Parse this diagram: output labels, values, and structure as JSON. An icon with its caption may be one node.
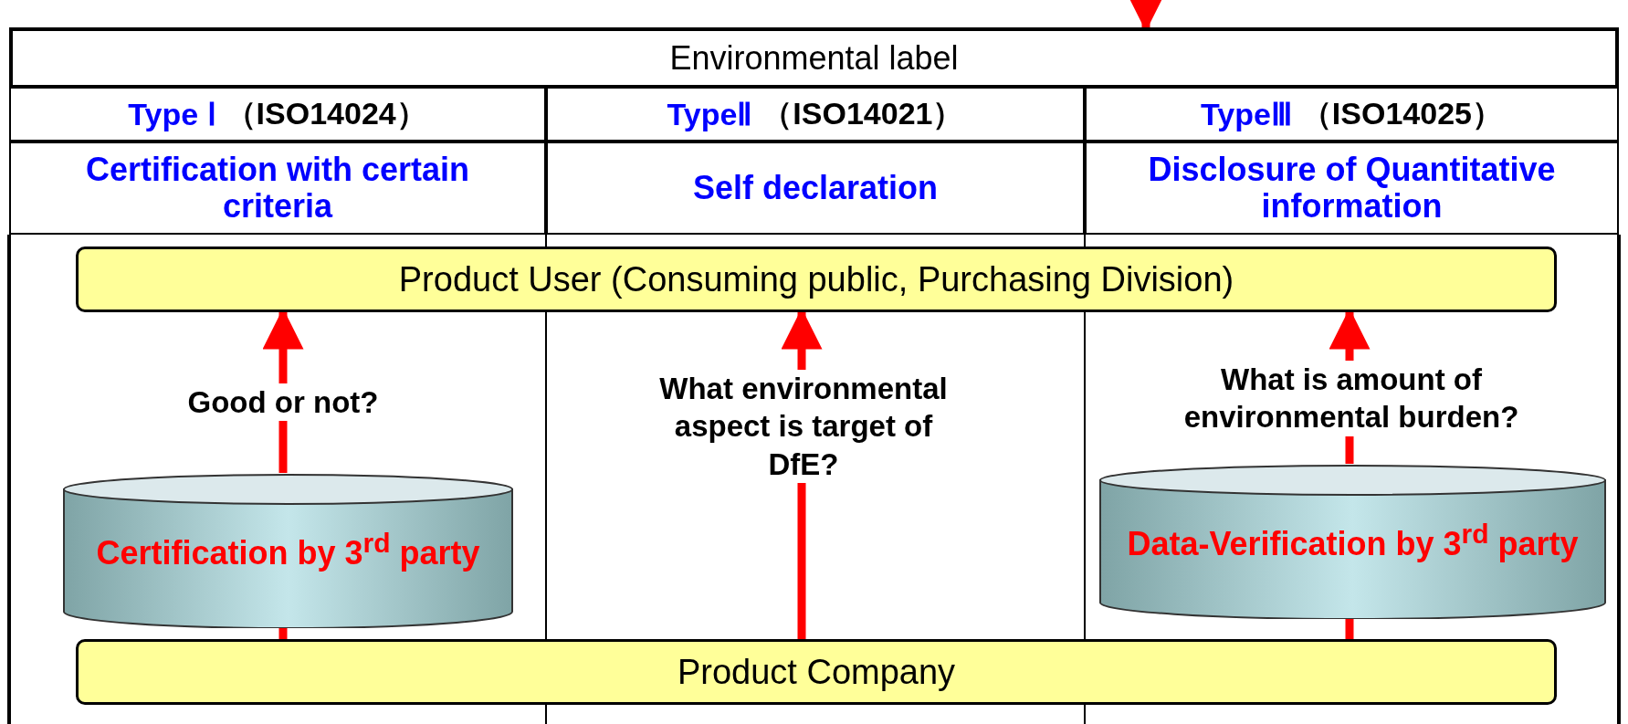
{
  "diagram": {
    "nodes": [
      {
        "text": [
          "Environmental label"
        ]
      },
      {
        "text": [
          "Type Ⅰ",
          "（ISO14024）",
          "Certification with certain criteria"
        ]
      },
      {
        "text": [
          "TypeⅡ",
          "（ISO14021）",
          "Self declaration"
        ]
      },
      {
        "text": [
          "TypeⅢ",
          "（ISO14025）",
          "Disclosure of Quantitative information"
        ]
      },
      {
        "text": [
          "Product User (Consuming public, Purchasing Division)"
        ]
      },
      {
        "text": [
          "Certification by 3$^{rd}$ party"
        ]
      },
      {
        "text": [
          "Data-Verification by 3$^{rd}$ party"
        ]
      },
      {
        "text": [
          "Product Company"
        ]
      }
    ],
    "edges": [
      {
        "from": null,
        "to": 0,
        "arrow": "to"
      },
      {
        "from": 7,
        "to": 5,
        "arrow": "none"
      },
      {
        "from": 5,
        "to": 4,
        "arrow": "to",
        "label": "Good or not?"
      },
      {
        "from": 7,
        "to": 4,
        "arrow": "to",
        "label": "What environmental aspect is target of DfE?"
      },
      {
        "from": 7,
        "to": 6,
        "arrow": "none"
      },
      {
        "from": 6,
        "to": 4,
        "arrow": "to",
        "label": "What is amount of environmental burden?"
      }
    ]
  }
}
